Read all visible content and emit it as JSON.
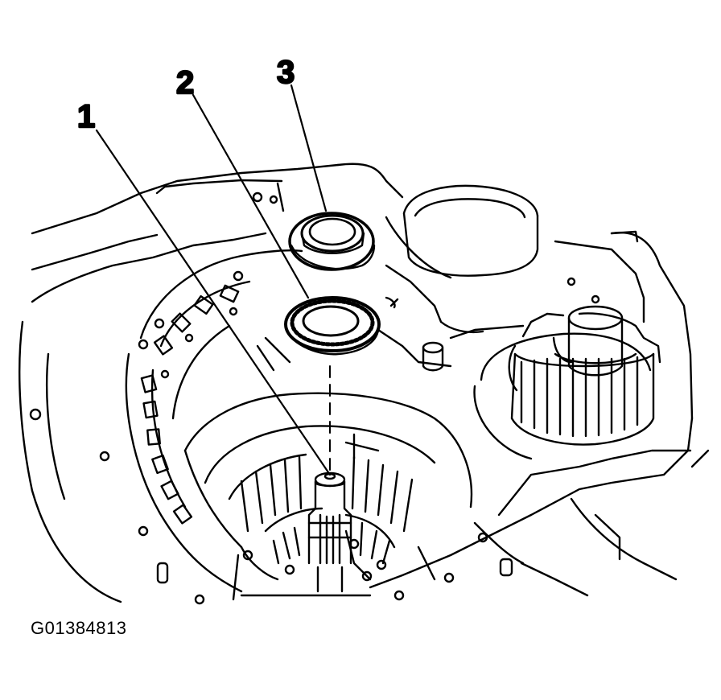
{
  "callouts": [
    {
      "id": "1",
      "text": "1"
    },
    {
      "id": "2",
      "text": "2"
    },
    {
      "id": "3",
      "text": "3"
    }
  ],
  "figure_code": "G01384813"
}
